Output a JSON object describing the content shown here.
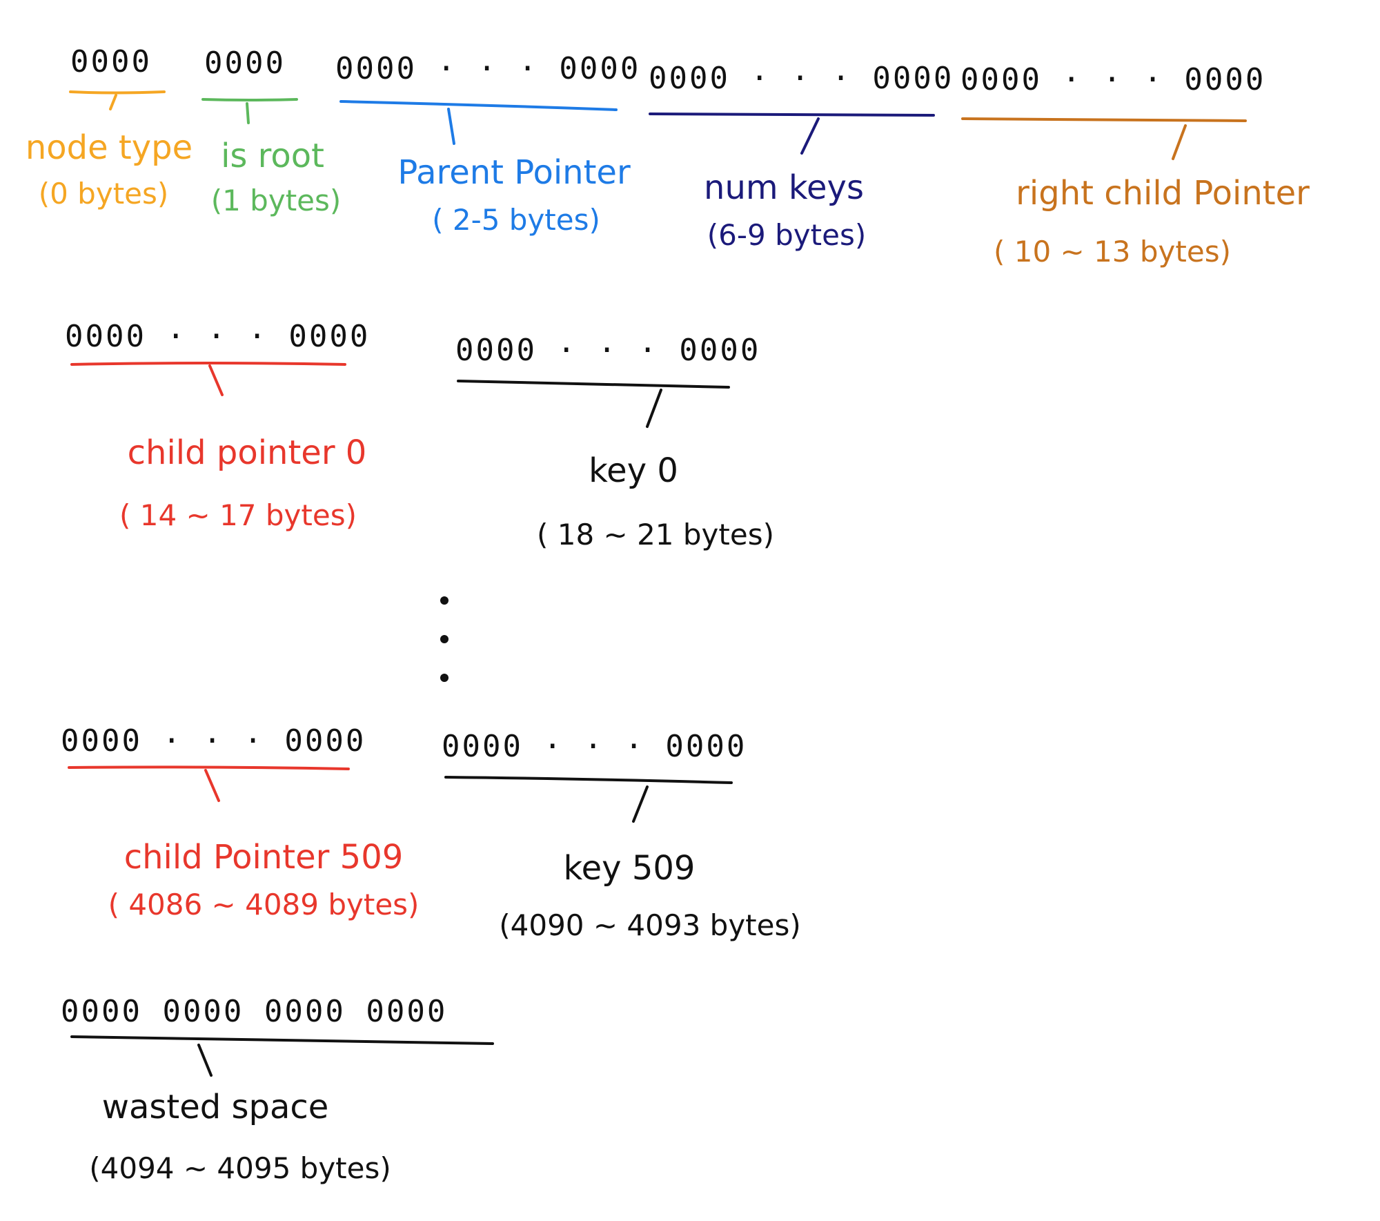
{
  "fields": [
    {
      "id": "node-type",
      "bits": "0000",
      "name": "node type",
      "range": "(0 bytes)",
      "color": "#f5a623"
    },
    {
      "id": "is-root",
      "bits": "0000",
      "name": "is root",
      "range": "(1 bytes)",
      "color": "#5cb85c"
    },
    {
      "id": "parent-pointer",
      "bits": "0000 · · · 0000",
      "name": "Parent Pointer",
      "range": "( 2-5 bytes)",
      "color": "#1e7be6"
    },
    {
      "id": "num-keys",
      "bits": "0000 · · · 0000",
      "name": "num keys",
      "range": "(6-9 bytes)",
      "color": "#1b1a7a"
    },
    {
      "id": "right-child-pointer",
      "bits": "0000 · · · 0000",
      "name": "right child Pointer",
      "range": "( 10 ~ 13 bytes)",
      "color": "#c8731e"
    },
    {
      "id": "child-pointer-0",
      "bits": "0000 · · · 0000",
      "name": "child pointer 0",
      "range": "( 14 ~ 17 bytes)",
      "color": "#e8372c"
    },
    {
      "id": "key-0",
      "bits": "0000 · · · 0000",
      "name": "key 0",
      "range": "( 18 ~ 21 bytes)",
      "color": "#111111"
    },
    {
      "id": "child-pointer-509",
      "bits": "0000 · · · 0000",
      "name": "child Pointer 509",
      "range": "( 4086 ~ 4089 bytes)",
      "color": "#e8372c"
    },
    {
      "id": "key-509",
      "bits": "0000 · · · 0000",
      "name": "key 509",
      "range": "(4090 ~ 4093 bytes)",
      "color": "#111111"
    },
    {
      "id": "wasted-space",
      "bits": "0000 0000  0000 0000",
      "name": "wasted space",
      "range": "(4094 ~ 4095 bytes)",
      "color": "#111111"
    }
  ]
}
